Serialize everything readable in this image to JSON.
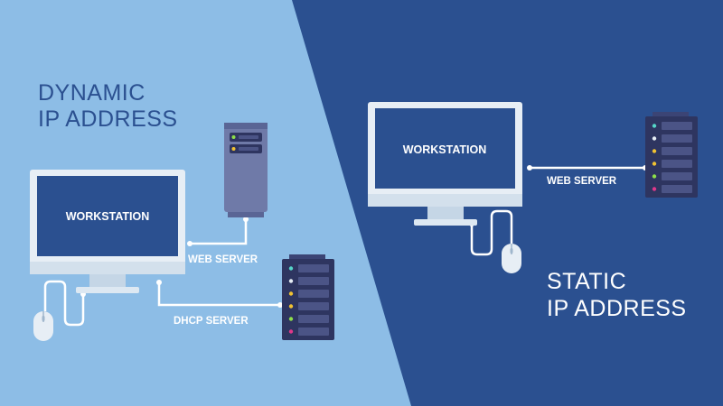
{
  "colors": {
    "left_bg": "#8dbde6",
    "right_bg": "#2b5090",
    "monitor_frame": "#e7eef5",
    "monitor_bezel": "#c9d8e6",
    "screen": "#2b5090",
    "server_dark": "#2e3560",
    "server_gray": "#6f7aa8",
    "line": "#ffffff",
    "title_left": "#2b5090",
    "title_right": "#ffffff",
    "led_green": "#8ee04a",
    "led_yellow": "#f1c232",
    "led_pink": "#e0388a",
    "led_teal": "#56d6c8"
  },
  "dynamic": {
    "title_line1": "DYNAMIC",
    "title_line2": "IP ADDRESS",
    "workstation_label": "WORKSTATION",
    "web_server_label": "WEB SERVER",
    "dhcp_server_label": "DHCP SERVER"
  },
  "static": {
    "title_line1": "STATIC",
    "title_line2": "IP ADDRESS",
    "workstation_label": "WORKSTATION",
    "web_server_label": "WEB SERVER"
  },
  "icons": {
    "monitor": "monitor-icon",
    "mouse": "mouse-icon",
    "server": "server-icon"
  }
}
